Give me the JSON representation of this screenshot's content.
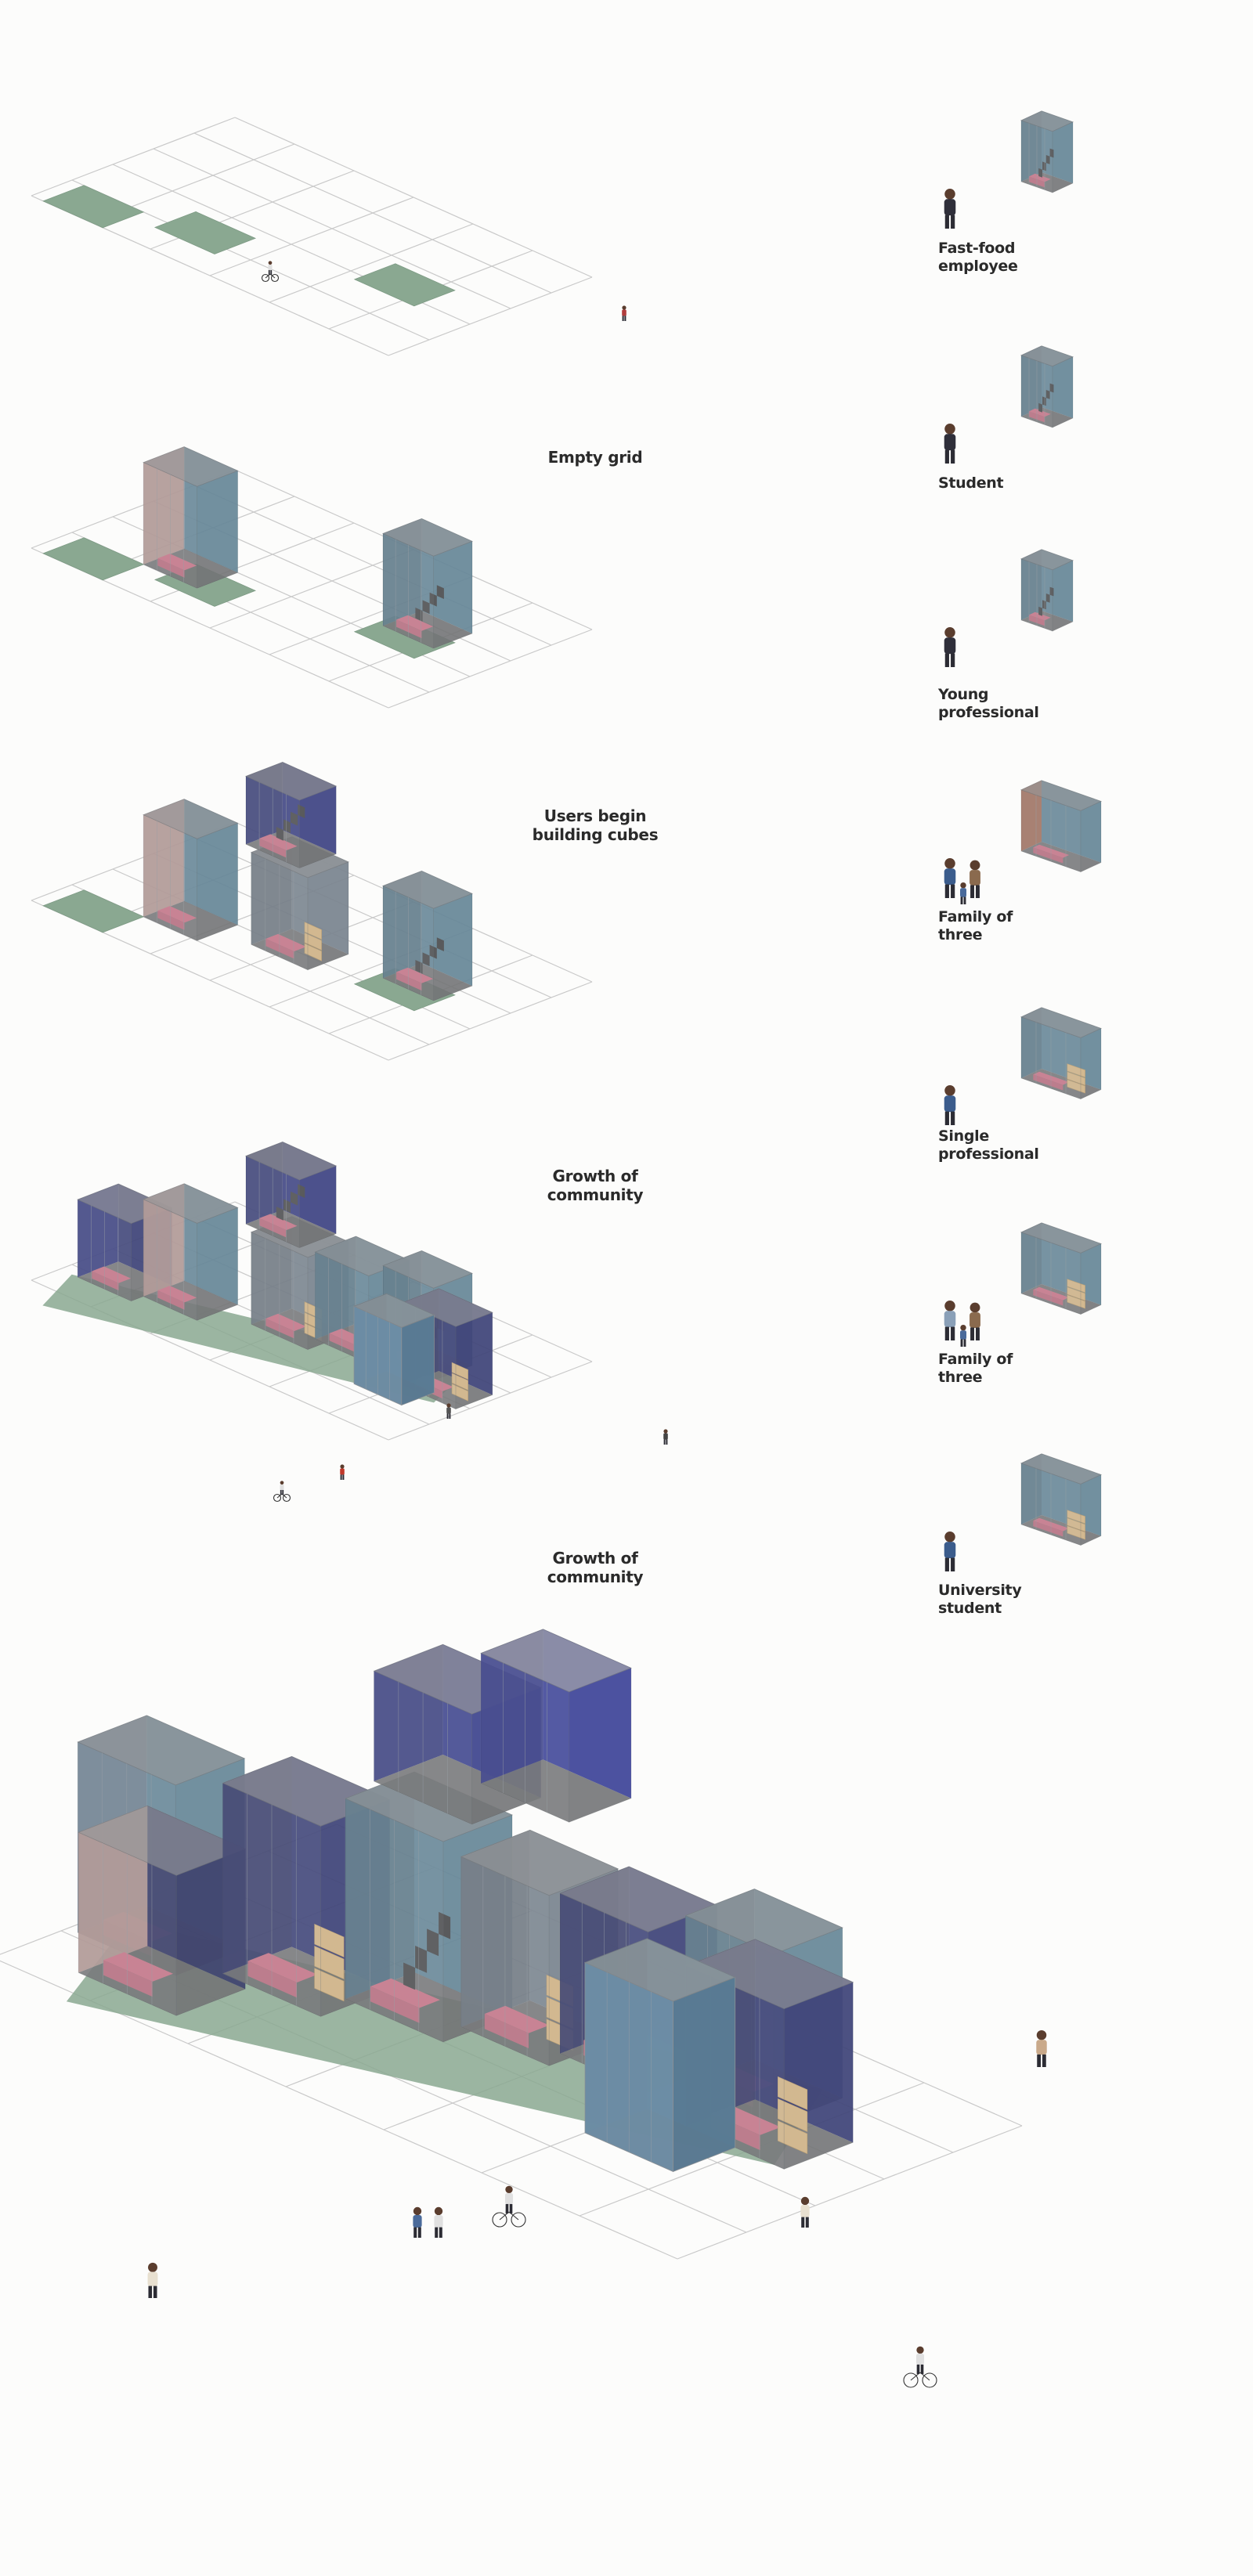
{
  "diagram": {
    "stages": [
      {
        "id": "stage-1",
        "caption": "Empty grid"
      },
      {
        "id": "stage-2",
        "caption": "Users begin\nbuilding cubes"
      },
      {
        "id": "stage-3",
        "caption": "Growth of\ncommunity"
      },
      {
        "id": "stage-4",
        "caption": "Growth of\ncommunity"
      },
      {
        "id": "stage-5",
        "caption": ""
      }
    ],
    "profiles": [
      {
        "label": "Fast-food\nemployee"
      },
      {
        "label": "Student"
      },
      {
        "label": "Young\nprofessional"
      },
      {
        "label": "Family of\nthree"
      },
      {
        "label": "Single\nprofessional"
      },
      {
        "label": "Family of\nthree"
      },
      {
        "label": "University\nstudent"
      }
    ],
    "colors": {
      "grid_line": "#c9c9c9",
      "plot_green": "#8aa891",
      "cube_blue": "#3f6e86",
      "cube_glass": "#c3c7cc",
      "cube_dark": "#3a3a3a",
      "furniture_red": "#b9566b",
      "crate_tan": "#d9b277",
      "wall_pink": "#d2a29a"
    }
  }
}
